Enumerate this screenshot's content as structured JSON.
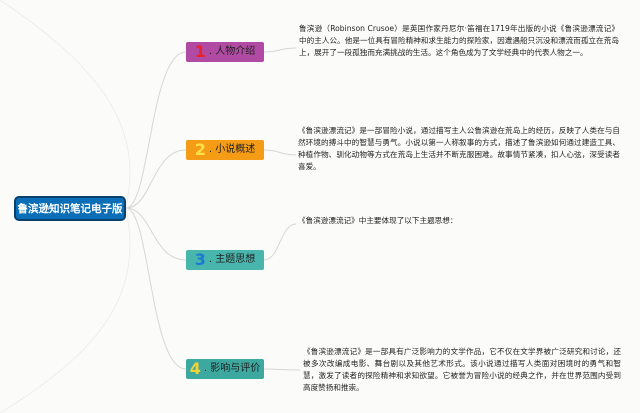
{
  "root": {
    "label": "鲁滨逊知识笔记电子版"
  },
  "branches": [
    {
      "number": "1",
      "label": ". 人物介绍",
      "text": "鲁滨逊（Robinson Crusoe）是英国作家丹尼尔·笛福在1719年出版的小说《鲁滨逊漂流记》中的主人公。他是一位具有冒险精神和求生能力的探险家，因遭遇船只沉没和漂流而孤立在荒岛上，展开了一段孤独而充满挑战的生活。这个角色成为了文学经典中的代表人物之一。"
    },
    {
      "number": "2",
      "label": ". 小说概述",
      "text": "《鲁滨逊漂流记》是一部冒险小说，通过描写主人公鲁滨逊在荒岛上的经历，反映了人类在与自然环境的搏斗中的智慧与勇气。小说以第一人称叙事的方式，描述了鲁滨逊如何通过建造工具、种植作物、驯化动物等方式在荒岛上生活并不断克服困难。故事情节紧凑，扣人心弦，深受读者喜爱。"
    },
    {
      "number": "3",
      "label": ". 主题思想",
      "text": "《鲁滨逊漂流记》中主要体现了以下主题思想："
    },
    {
      "number": "4",
      "label": ". 影响与评价",
      "text": "《鲁滨逊漂流记》是一部具有广泛影响力的文学作品，它不仅在文学界被广泛研究和讨论，还被多次改编成电影、舞台剧以及其他艺术形式。该小说通过描写人类面对困境时的勇气和智慧，激发了读者的探险精神和求知欲望。它被誉为冒险小说的经典之作，并在世界范围内受到高度赞扬和推崇。"
    }
  ]
}
